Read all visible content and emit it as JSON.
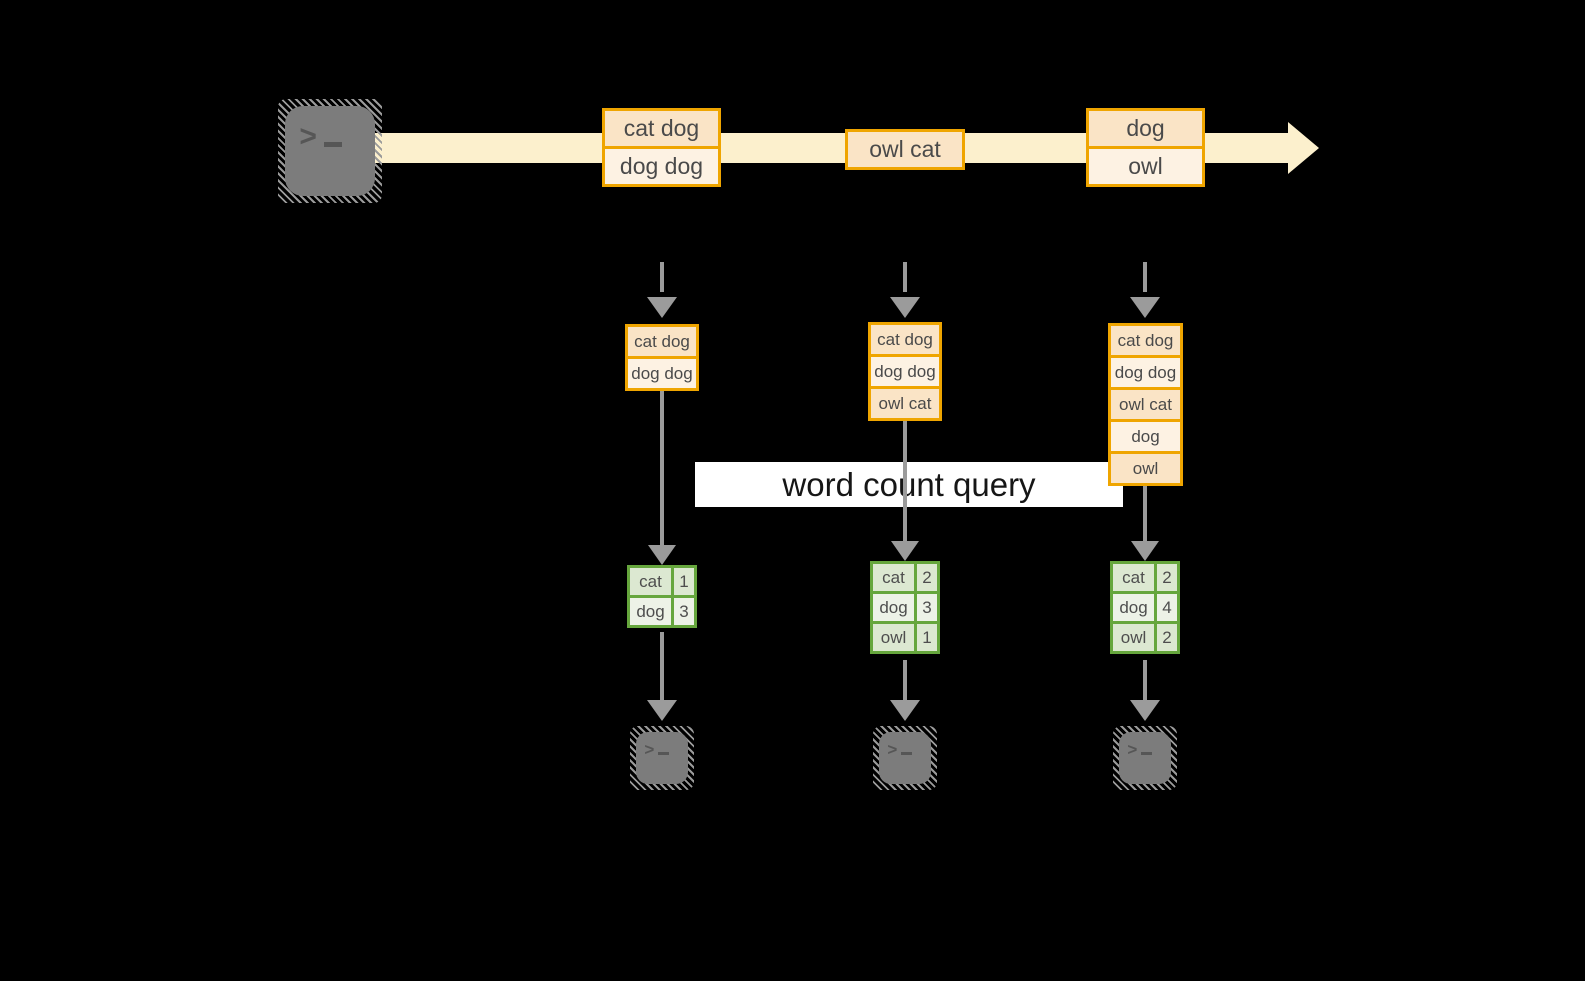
{
  "banner": {
    "label": "word count query",
    "bg": "#FFFFFF",
    "text_color": "#161616"
  },
  "stream": {
    "source_icon": "terminal-icon",
    "events": [
      {
        "rows": [
          "cat dog",
          "dog dog"
        ]
      },
      {
        "rows": [
          "owl cat"
        ]
      },
      {
        "rows": [
          "dog",
          "owl"
        ]
      }
    ]
  },
  "columns": [
    {
      "buffer": [
        "cat dog",
        "dog dog"
      ],
      "counts": [
        {
          "word": "cat",
          "count": "1"
        },
        {
          "word": "dog",
          "count": "3"
        }
      ],
      "sink_icon": "terminal-icon"
    },
    {
      "buffer": [
        "cat dog",
        "dog dog",
        "owl cat"
      ],
      "counts": [
        {
          "word": "cat",
          "count": "2"
        },
        {
          "word": "dog",
          "count": "3"
        },
        {
          "word": "owl",
          "count": "1"
        }
      ],
      "sink_icon": "terminal-icon"
    },
    {
      "buffer": [
        "cat dog",
        "dog dog",
        "owl cat",
        "dog",
        "owl"
      ],
      "counts": [
        {
          "word": "cat",
          "count": "2"
        },
        {
          "word": "dog",
          "count": "4"
        },
        {
          "word": "owl",
          "count": "2"
        }
      ],
      "sink_icon": "terminal-icon"
    }
  ],
  "colors": {
    "background": "#000000",
    "accent_gold": "#EFA500",
    "fill_peach": "#FAE4C6",
    "fill_cream": "#FDF2E3",
    "stream_band": "#FCF0CD",
    "green_border": "#66A63D",
    "green_cell_dark": "#DCE8D1",
    "green_cell_light": "#EDF2E7",
    "arrow_gray": "#9B9B9B",
    "terminal_gray": "#7C7C7C",
    "banner_bg": "#FFFFFF"
  }
}
